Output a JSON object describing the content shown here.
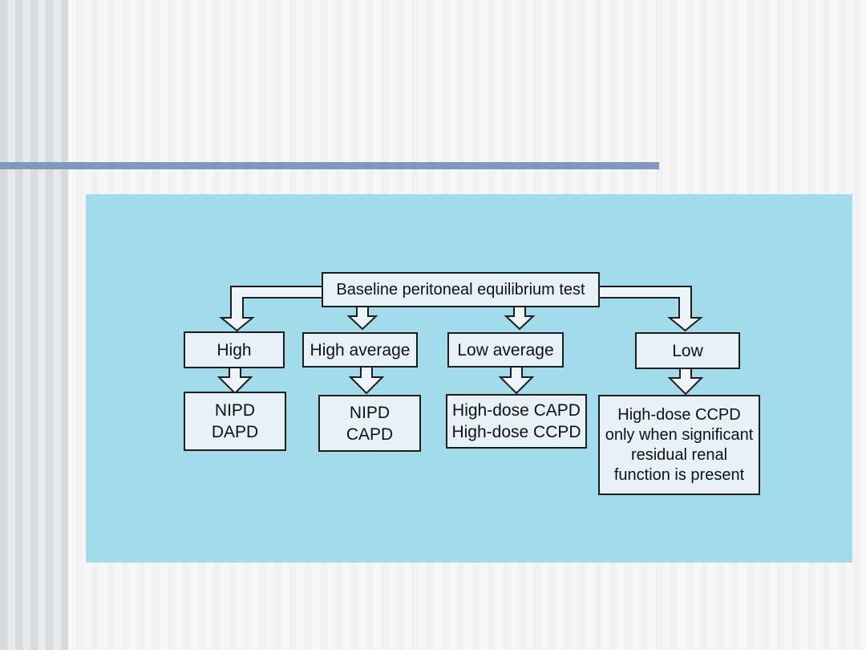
{
  "colors": {
    "panel": "#a2dcea",
    "rule": "#7e99ba",
    "node_fill": "#e6f2f8",
    "node_border": "#1c1c1c",
    "arrow_fill": "#eef6fa",
    "text": "#111111"
  },
  "flowchart": {
    "root_label": "Baseline peritoneal equilibrium test",
    "level1": [
      {
        "id": "high",
        "label": "High"
      },
      {
        "id": "high-average",
        "label": "High average"
      },
      {
        "id": "low-average",
        "label": "Low average"
      },
      {
        "id": "low",
        "label": "Low"
      }
    ],
    "level2": [
      {
        "id": "nipd-dapd",
        "lines": [
          "NIPD",
          "DAPD"
        ]
      },
      {
        "id": "nipd-capd",
        "lines": [
          "NIPD",
          "CAPD"
        ]
      },
      {
        "id": "high-dose-capd-ccpd",
        "lines": [
          "High-dose CAPD",
          "High-dose CCPD"
        ]
      },
      {
        "id": "high-dose-ccpd-conditional",
        "lines": [
          "High-dose CCPD",
          "only when significant",
          "residual renal",
          "function is present"
        ]
      }
    ],
    "connectors": [
      "root-to-high",
      "root-to-high-average",
      "root-to-low-average",
      "root-to-low",
      "high-to-nipd-dapd",
      "high-average-to-nipd-capd",
      "low-average-to-high-dose-capd-ccpd",
      "low-to-high-dose-ccpd-conditional"
    ]
  }
}
